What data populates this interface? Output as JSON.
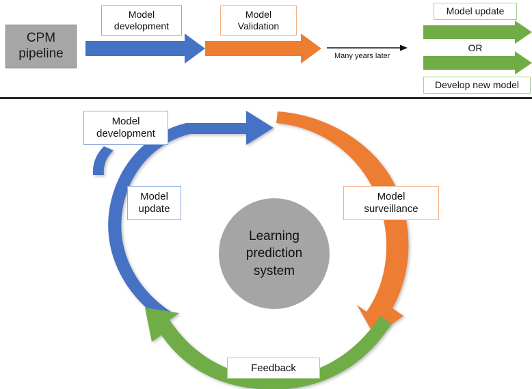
{
  "colors": {
    "blue": "#4472C4",
    "orange": "#ED7D31",
    "green": "#70AD47",
    "gray_fill": "#A6A6A6",
    "gray_circle": "#A5A5A5",
    "divider": "#262626",
    "blue_border": "#8FAADC",
    "orange_border": "#F4B183",
    "green_border": "#A9D18E",
    "text": "#111111"
  },
  "top_panel": {
    "name": "cpm-pipeline-flow",
    "source_box": "CPM\npipeline",
    "step1_label": "Model\ndevelopment",
    "step2_label": "Model\nValidation",
    "gap_arrow_label": "Many years later",
    "outcome_top_label": "Model update",
    "outcome_or_label": "OR",
    "outcome_bottom_label": "Develop new model"
  },
  "cycle_panel": {
    "name": "learning-prediction-cycle",
    "center_label": "Learning\nprediction\nsystem",
    "stage_development": "Model\ndevelopment",
    "stage_update": "Model\nupdate",
    "stage_surveillance": "Model\nsurveillance",
    "stage_feedback": "Feedback"
  }
}
